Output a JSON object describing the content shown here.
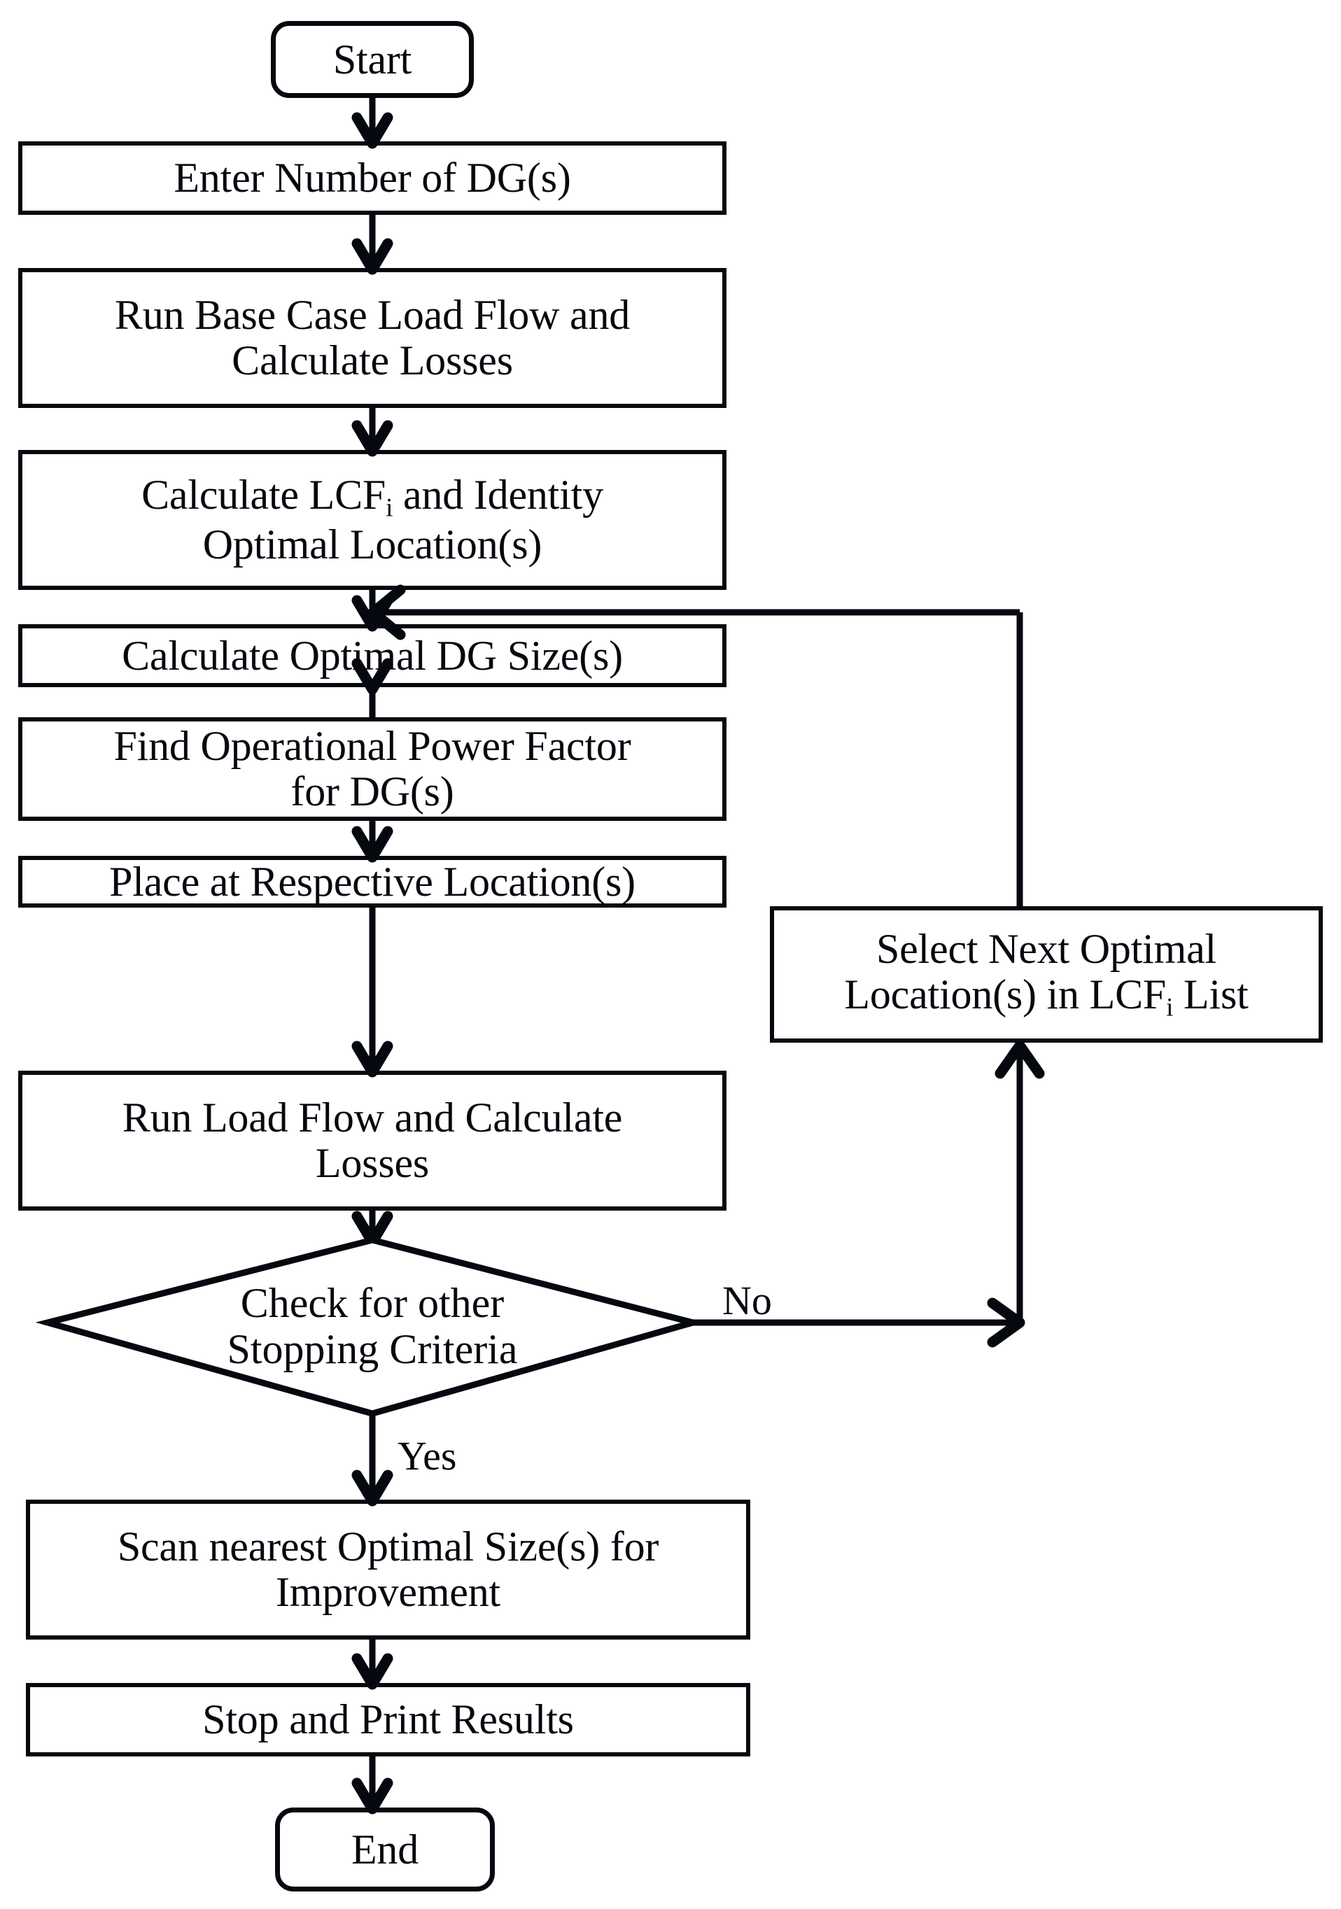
{
  "diagram": {
    "type": "flowchart",
    "title": "Optimal DG Placement and Sizing Algorithm Flowchart",
    "line_color": "#06080f",
    "background": "#ffffff",
    "nodes": {
      "start": {
        "shape": "terminator",
        "label": "Start"
      },
      "enter_dg": {
        "shape": "process",
        "label": "Enter Number of DG(s)"
      },
      "base_case": {
        "shape": "process",
        "line1": "Run Base Case Load Flow and",
        "line2": "Calculate Losses"
      },
      "calc_lcf": {
        "shape": "process",
        "line1_pre": "Calculate LCF",
        "line1_sub": "i",
        "line1_post": " and Identity",
        "line2": "Optimal Location(s)"
      },
      "calc_size": {
        "shape": "process",
        "label": "Calculate Optimal DG Size(s)"
      },
      "power_factor": {
        "shape": "process",
        "line1": "Find Operational Power Factor",
        "line2": "for DG(s)"
      },
      "place": {
        "shape": "process",
        "label": "Place at Respective Location(s)"
      },
      "run_load_flow": {
        "shape": "process",
        "line1": "Run Load Flow and Calculate",
        "line2": "Losses"
      },
      "decision": {
        "shape": "decision",
        "line1": "Check for other",
        "line2": "Stopping Criteria"
      },
      "scan": {
        "shape": "process",
        "line1": "Scan nearest Optimal Size(s) for",
        "line2": "Improvement"
      },
      "stop_print": {
        "shape": "process",
        "label": "Stop and Print Results"
      },
      "end": {
        "shape": "terminator",
        "label": "End"
      },
      "select_next": {
        "shape": "process",
        "line1": "Select Next Optimal",
        "line2_pre": "Location(s) in LCF",
        "line2_sub": "i",
        "line2_post": " List"
      }
    },
    "edge_labels": {
      "no": "No",
      "yes": "Yes"
    }
  }
}
